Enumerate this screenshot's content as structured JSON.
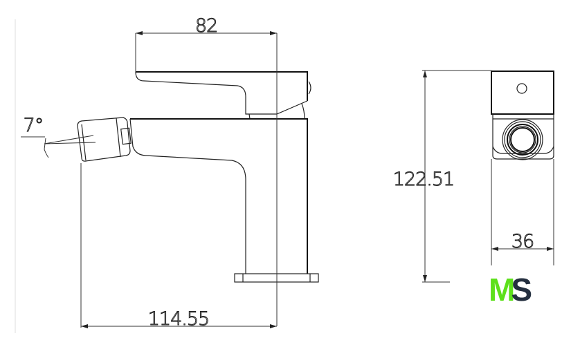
{
  "dimensions": {
    "handle_width": "82",
    "spout_reach": "114.55",
    "angle": "7°",
    "height": "122.51",
    "depth": "36"
  },
  "logo": {
    "letter1": "M",
    "letter2": "S",
    "color1": "#5de01b",
    "color2": "#253040"
  }
}
